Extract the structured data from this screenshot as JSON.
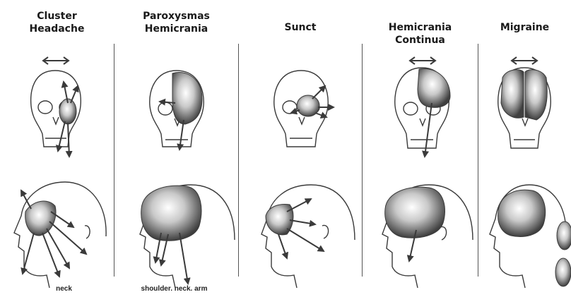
{
  "panels": [
    {
      "title": "Cluster\nHeadache",
      "caption": "neck"
    },
    {
      "title": "Paroxysmas\nHemicrania",
      "caption": "shoulder. neck. arm"
    },
    {
      "title": "Sunct",
      "caption": ""
    },
    {
      "title": "Hemicrania\nContinua",
      "caption": ""
    },
    {
      "title": "Migraine",
      "caption": ""
    }
  ],
  "colors": {
    "line": "#3a3a3a",
    "shade": "#6d6d6d",
    "background": "#ffffff"
  },
  "icons": [
    "double-headed-arrow-icon",
    "skull-front-icon",
    "head-profile-icon",
    "pain-arrow-icon"
  ]
}
